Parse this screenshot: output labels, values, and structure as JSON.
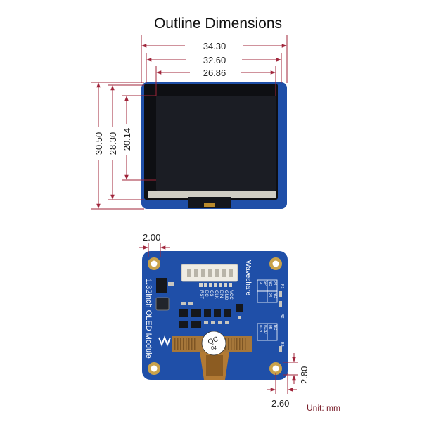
{
  "title": "Outline Dimensions",
  "unit_label": "Unit: mm",
  "front_dims": {
    "width_outer": "34.30",
    "width_mid": "32.60",
    "width_inner": "26.86",
    "height_outer": "30.50",
    "height_mid": "28.30",
    "height_inner": "20.14"
  },
  "back_dims": {
    "hole_top": "2.00",
    "hole_right": "2.80",
    "hole_bottom": "2.60"
  },
  "silkscreen": {
    "brand": "Waveshare",
    "module_name": "1.32inch OLED Module",
    "pins": [
      "VCC",
      "GND",
      "DIN",
      "CLK",
      "CS",
      "DC",
      "RST"
    ],
    "qc_label": "QC",
    "qc_number": "04",
    "sel_table": [
      "I2C",
      "SPI",
      "NC",
      "0R",
      "0R",
      "NC"
    ],
    "addr_table": [
      "0X3C",
      "0X3D",
      "0R",
      "NC"
    ],
    "r1": "R1",
    "r2": "R2",
    "r3": "R3"
  },
  "colors": {
    "dimension_line": "#a0243a",
    "pcb_blue": "#1f4fa8",
    "screen": "#1b1d24",
    "unit_text": "#7a1f2b"
  }
}
